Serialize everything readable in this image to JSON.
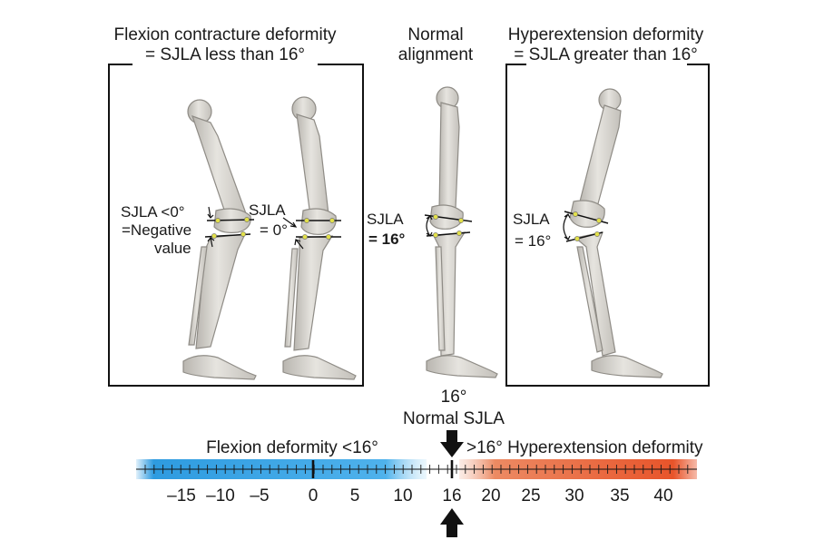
{
  "panels": {
    "flexion": {
      "title_line1": "Flexion contracture deformity",
      "title_line2": "= SJLA less than 16°",
      "left_leg_label_line1": "SJLA <0°",
      "left_leg_label_line2": "=Negative",
      "left_leg_label_line3": "value",
      "right_leg_label_line1": "SJLA",
      "right_leg_label_line2": "= 0°"
    },
    "normal": {
      "title_line1": "Normal",
      "title_line2": "alignment",
      "leg_label_line1": "SJLA",
      "leg_label_line2": "= 16°"
    },
    "hyperextension": {
      "title_line1": "Hyperextension deformity",
      "title_line2": "= SJLA greater than 16°",
      "leg_label_line1": "SJLA",
      "leg_label_line2": "= 16°"
    }
  },
  "scale": {
    "normal_value_label": "16°",
    "normal_caption": "Normal SJLA",
    "left_caption": "Flexion deformity <16°",
    "right_caption": ">16° Hyperextension deformity",
    "tick_labels": [
      "–15",
      "–10",
      "–5",
      "0",
      "5",
      "10",
      "16",
      "20",
      "25",
      "30",
      "35",
      "40"
    ],
    "left_color": "#2e9be0",
    "right_color": "#e8542a"
  },
  "bone_color": "#dcdad5",
  "marker_color": "#e2e04a"
}
